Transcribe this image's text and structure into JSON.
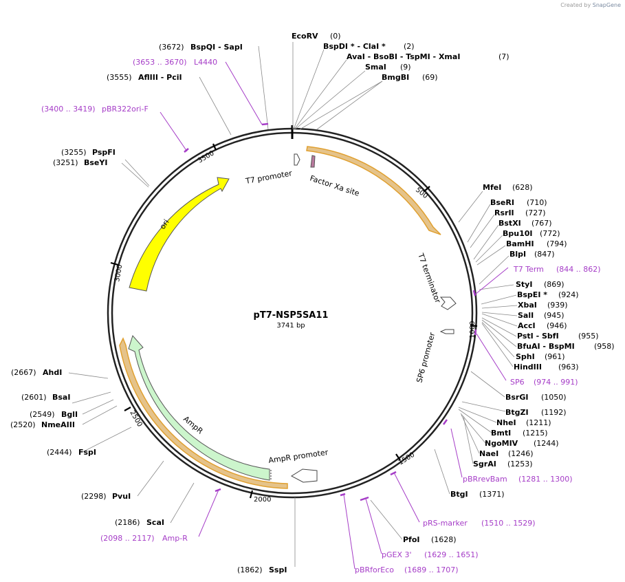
{
  "credit": {
    "prefix": "Created by",
    "brand": "SnapGene"
  },
  "plasmid": {
    "name": "pT7-NSP5SA11",
    "length_label": "3741 bp",
    "total_bp": 3741
  },
  "ticks": [
    "500",
    "1000",
    "1500",
    "2000",
    "2500",
    "3000",
    "3500"
  ],
  "sites": [
    {
      "name": "EcoRV",
      "pos": "(0)"
    },
    {
      "name": "BspDI * - ClaI *",
      "pos": "(2)"
    },
    {
      "name": "AvaI - BsoBI - TspMI - XmaI",
      "pos": "(7)"
    },
    {
      "name": "SmaI",
      "pos": "(9)"
    },
    {
      "name": "BmgBI",
      "pos": "(69)"
    },
    {
      "name": "MfeI",
      "pos": "(628)"
    },
    {
      "name": "BseRI",
      "pos": "(710)"
    },
    {
      "name": "RsrII",
      "pos": "(727)"
    },
    {
      "name": "BstXI",
      "pos": "(767)"
    },
    {
      "name": "Bpu10I",
      "pos": "(772)"
    },
    {
      "name": "BamHI",
      "pos": "(794)"
    },
    {
      "name": "BlpI",
      "pos": "(847)"
    },
    {
      "name": "StyI",
      "pos": "(869)"
    },
    {
      "name": "BspEI *",
      "pos": "(924)"
    },
    {
      "name": "XbaI",
      "pos": "(939)"
    },
    {
      "name": "SalI",
      "pos": "(945)"
    },
    {
      "name": "AccI",
      "pos": "(946)"
    },
    {
      "name": "PstI - SbfI",
      "pos": "(955)"
    },
    {
      "name": "BfuAI - BspMI",
      "pos": "(958)"
    },
    {
      "name": "SphI",
      "pos": "(961)"
    },
    {
      "name": "HindIII",
      "pos": "(963)"
    },
    {
      "name": "BsrGI",
      "pos": "(1050)"
    },
    {
      "name": "BtgZI",
      "pos": "(1192)"
    },
    {
      "name": "NheI",
      "pos": "(1211)"
    },
    {
      "name": "BmtI",
      "pos": "(1215)"
    },
    {
      "name": "NgoMIV",
      "pos": "(1244)"
    },
    {
      "name": "NaeI",
      "pos": "(1246)"
    },
    {
      "name": "SgrAI",
      "pos": "(1253)"
    },
    {
      "name": "BtgI",
      "pos": "(1371)"
    },
    {
      "name": "PfoI",
      "pos": "(1628)"
    },
    {
      "name": "SspI",
      "pos": "(1862)"
    },
    {
      "name": "ScaI",
      "pos": "(2186)"
    },
    {
      "name": "PvuI",
      "pos": "(2298)"
    },
    {
      "name": "FspI",
      "pos": "(2444)"
    },
    {
      "name": "NmeAIII",
      "pos": "(2520)"
    },
    {
      "name": "BglI",
      "pos": "(2549)"
    },
    {
      "name": "BsaI",
      "pos": "(2601)"
    },
    {
      "name": "AhdI",
      "pos": "(2667)"
    },
    {
      "name": "BseYI",
      "pos": "(3251)"
    },
    {
      "name": "PspFI",
      "pos": "(3255)"
    },
    {
      "name": "AflIII - PciI",
      "pos": "(3555)"
    },
    {
      "name": "BspQI - SapI",
      "pos": "(3672)"
    }
  ],
  "primers": [
    {
      "name": "T7 Term",
      "range": "(844 .. 862)"
    },
    {
      "name": "SP6",
      "range": "(974 .. 991)"
    },
    {
      "name": "pBRrevBam",
      "range": "(1281 .. 1300)"
    },
    {
      "name": "pRS-marker",
      "range": "(1510 .. 1529)"
    },
    {
      "name": "pGEX 3'",
      "range": "(1629 .. 1651)"
    },
    {
      "name": "pBRforEco",
      "range": "(1689 .. 1707)"
    },
    {
      "name": "Amp-R",
      "range": "(2098 .. 2117)"
    },
    {
      "name": "pBR322ori-F",
      "range": "(3400 .. 3419)"
    },
    {
      "name": "L4440",
      "range": "(3653 .. 3670)"
    }
  ],
  "features": [
    {
      "name": "T7 promoter"
    },
    {
      "name": "Factor Xa site"
    },
    {
      "name": "T7 terminator"
    },
    {
      "name": "SP6 promoter"
    },
    {
      "name": "AmpR promoter"
    },
    {
      "name": "AmpR"
    },
    {
      "name": "ori"
    }
  ],
  "colors": {
    "primer": "#a53cc7",
    "ori": "#ffff00",
    "ampr": "#ccf5cc",
    "orf_outline": "#f0b040",
    "backbone": "#222222"
  }
}
